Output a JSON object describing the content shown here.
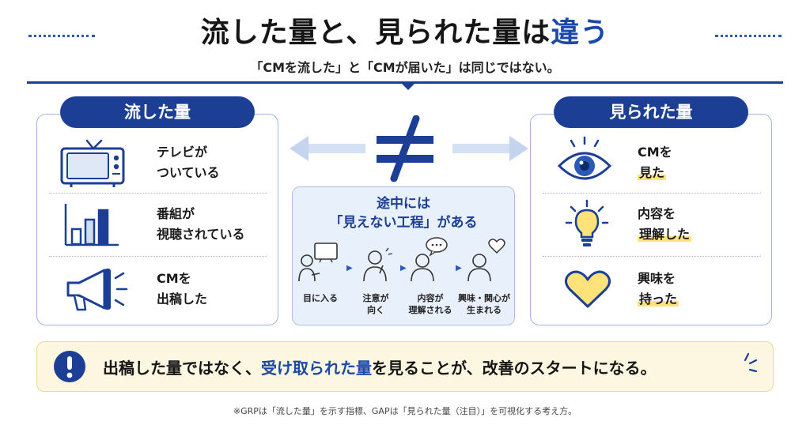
{
  "header": {
    "title_main": "流した量と、見られた量は",
    "title_accent": "違う",
    "subtitle": "「CMを流した」と「CMが届いた」は同じではない。"
  },
  "left_panel": {
    "title": "流した量",
    "items": [
      {
        "icon": "tv-icon",
        "line1": "テレビが",
        "line2": "ついている"
      },
      {
        "icon": "bar-chart-icon",
        "line1": "番組が",
        "line2": "視聴されている"
      },
      {
        "icon": "megaphone-icon",
        "line1": "CMを",
        "line2": "出稿した"
      }
    ]
  },
  "right_panel": {
    "title": "見られた量",
    "items": [
      {
        "icon": "eye-icon",
        "line1": "CMを",
        "line2": "見た"
      },
      {
        "icon": "lightbulb-icon",
        "line1": "内容を",
        "line2": "理解した"
      },
      {
        "icon": "heart-icon",
        "line1": "興味を",
        "line2": "持った"
      }
    ]
  },
  "middle": {
    "symbol": "≠",
    "title_line1": "途中には",
    "title_line2": "「見えない工程」がある",
    "steps": [
      {
        "line1": "目に入る",
        "line2": ""
      },
      {
        "line1": "注意が",
        "line2": "向く"
      },
      {
        "line1": "内容が",
        "line2": "理解される"
      },
      {
        "line1": "興味・関心が",
        "line2": "生まれる"
      }
    ]
  },
  "bottom": {
    "text_before": "出稿した量ではなく、",
    "text_accent": "受け取られた量",
    "text_after": "を見ることが、改善のスタートになる。"
  },
  "footnote": "※GRPは「流した量」を示す指標、GAPは「見られた量（注目）」を可視化する考え方。",
  "colors": {
    "navy": "#1c3f95",
    "accent_blue": "#1c49a8",
    "highlight_yellow": "#ffe27a",
    "panel_border": "#9fb5dd",
    "center_bg": "#e8f0fb",
    "bottom_bg": "#fdf6e0"
  }
}
